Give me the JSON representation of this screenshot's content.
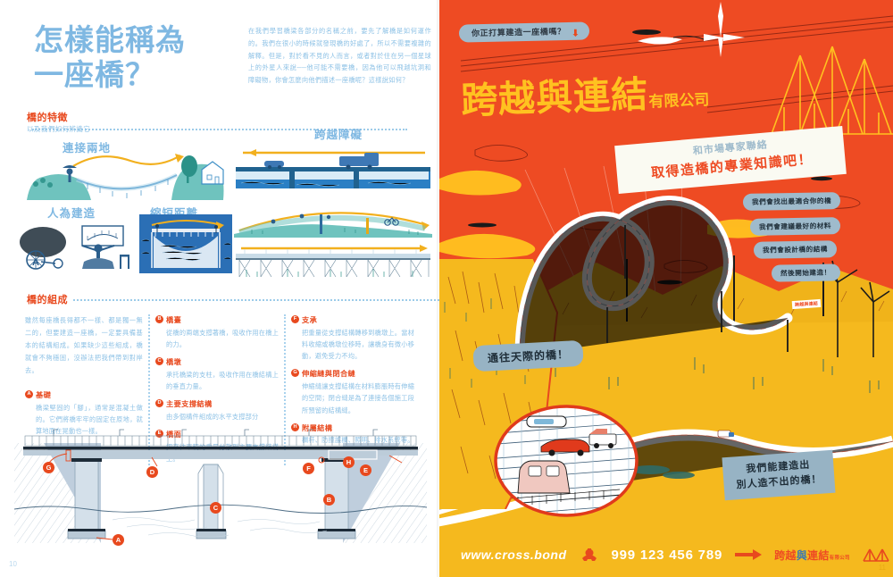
{
  "left_page": {
    "page_number": "10",
    "headline": "怎樣能稱為\n一座橋？",
    "intro": "在我們學習橋梁各部分的名稱之前，要先了解橋是如何運作的。我們在很小的時候就發現橋的好處了，所以不需要複雜的解釋。但是，對於看不見的人而言，或者對於住在另一個星球上的外星人來說──他可能不需要橋，因為他可以飛越坑洞和障礙物，你會怎麼向他們描述一座橋呢？這樣說如何？",
    "features_section": {
      "heading": "橋的特徵",
      "subheading": "以及我們如何辨識它",
      "labels": {
        "connect": "連接兩地",
        "cross": "跨越障礙",
        "manmade": "人為建造",
        "shorten": "縮短距離"
      }
    },
    "parts_section": {
      "heading": "橋的組成",
      "intro": "雖然每座橋長得都不一樣、都是獨一無二的，但要建造一座橋，一定要具備基本的結構組成。如果缺少這些組成，橋就會不夠穩固，沒辦法把我們帶到對岸去。",
      "items": [
        {
          "letter": "A",
          "title": "基礎",
          "body": "橋梁堅固的「腳」，通常是混凝土做的。它們將橋牢牢的固定在原地，就算地面在晃動也一樣。"
        },
        {
          "letter": "B",
          "title": "橋臺",
          "body": "從橋的兩端支撐著橋，吸收作用在橋上的力。"
        },
        {
          "letter": "C",
          "title": "橋墩",
          "body": "承托橋梁的支柱，吸收作用在橋結構上的垂直力量。"
        },
        {
          "letter": "D",
          "title": "主要支撐結構",
          "body": "由多個構件組成的水平支撐部分"
        },
        {
          "letter": "E",
          "title": "橋面",
          "body": "把來往車輛的重量分散到主要支撐結構上。"
        },
        {
          "letter": "F",
          "title": "支承",
          "body": "把重量從支撐結構轉移到橋墩上。當材料收縮或橋墩位移時，讓橋身有微小移動，避免受力不均。"
        },
        {
          "letter": "G",
          "title": "伸縮縫與閉合縫",
          "body": "伸縮縫讓支撐結構在材料膨脹時有伸縮的空間；閉合縫是為了連接各個施工段所預留的結構縫。"
        },
        {
          "letter": "H",
          "title": "附屬結構",
          "body": "欄杆、防撞護欄、照明、排水系統等。"
        }
      ]
    },
    "diagram_callouts": [
      "A",
      "B",
      "C",
      "D",
      "E",
      "F",
      "G",
      "H"
    ]
  },
  "right_page": {
    "page_number": "11",
    "top_badge": "你正打算建造一座橋嗎？",
    "top_badge_icon": "down-arrow-icon",
    "company_title": "跨越與連結",
    "company_suffix": "有限公司",
    "banner_line1": "和市場專家聯絡",
    "banner_line2": "取得造橋的專業知識吧！",
    "service_pills": [
      "我們會找出最適合你的橋",
      "我們會建議最好的材料",
      "我們會設計橋的結構",
      "然後開始建造！"
    ],
    "sky_bubble": "通往天際的橋！",
    "claim_bubble": "我們能建造出\n別人造不出的橋！",
    "mini_sign": "跨越與連結",
    "footer": {
      "website": "www.cross.bond",
      "phone_icon": "telephone-icon",
      "phone": "999 123 456 789",
      "arrow_icon": "right-arrow-icon",
      "brand": "跨越",
      "brand_cn": "與",
      "brand2": "連結",
      "brand_suffix": "有限公司",
      "logo_icon": "bridge-logo-icon"
    }
  },
  "colors": {
    "orange": "#EE4B23",
    "yellow": "#FFC220",
    "footer_yellow": "#F5B91E",
    "light_blue": "#7FB8E2",
    "body_blue": "#8EC2E6",
    "gray_blue": "#9FBBCC",
    "teal": "#6FC3BE",
    "deep_blue": "#2B7FC4"
  }
}
